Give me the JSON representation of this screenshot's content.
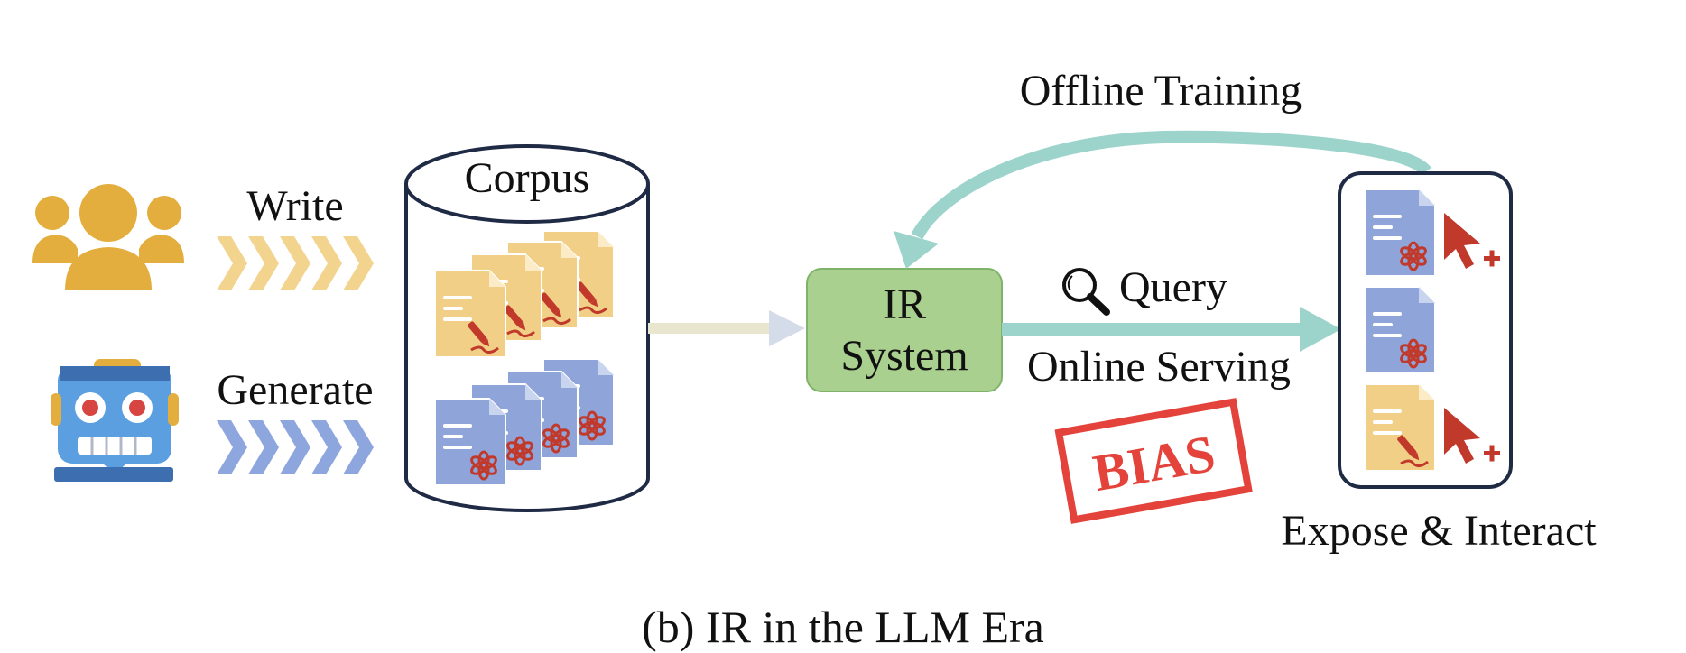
{
  "labels": {
    "write": "Write",
    "generate": "Generate",
    "corpus": "Corpus",
    "ir_line1": "IR",
    "ir_line2": "System",
    "query": "Query",
    "online_serving": "Online Serving",
    "offline_training": "Offline Training",
    "bias": "BIAS",
    "expose_interact": "Expose & Interact",
    "caption": "(b)  IR in the LLM Era"
  },
  "colors": {
    "human": "#E3AE3E",
    "human_chevron": "#F3D48F",
    "robot": "#5B9FE0",
    "robot_chevron": "#8EA6DE",
    "doc_human": "#F2CF86",
    "doc_llm": "#8FA5DA",
    "ir_fill": "#A9D08E",
    "ir_stroke": "#7FB36A",
    "flow_arrow": "#9CD4CC",
    "bias_red": "#E3433A",
    "outline": "#1F2A44"
  },
  "icons": {
    "human": "users-icon",
    "robot": "robot-icon",
    "magnifier": "search-icon",
    "cursor": "cursor-plus-icon",
    "llm": "openai-logo-icon",
    "pen": "pen-icon"
  }
}
